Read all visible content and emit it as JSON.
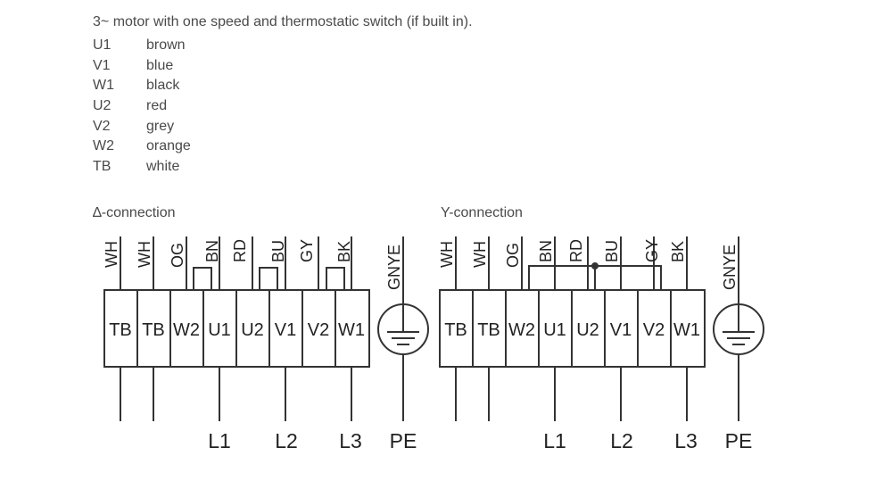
{
  "title": "3~ motor with one speed and thermostatic switch (if built in).",
  "legend": [
    {
      "code": "U1",
      "color": "brown"
    },
    {
      "code": "V1",
      "color": "blue"
    },
    {
      "code": "W1",
      "color": "black"
    },
    {
      "code": "U2",
      "color": "red"
    },
    {
      "code": "V2",
      "color": "grey"
    },
    {
      "code": "W2",
      "color": "orange"
    },
    {
      "code": "TB",
      "color": "white"
    }
  ],
  "delta": {
    "title": "∆-connection",
    "terminals": [
      "TB",
      "TB",
      "W2",
      "U1",
      "U2",
      "V1",
      "V2",
      "W1"
    ],
    "wires": [
      "WH",
      "WH",
      "OG",
      "BN",
      "RD",
      "BU",
      "GY",
      "BK"
    ],
    "earth_wire": "GNYE",
    "phases": [
      "L1",
      "L2",
      "L3"
    ],
    "pe": "PE"
  },
  "star": {
    "title": "Y-connection",
    "terminals": [
      "TB",
      "TB",
      "W2",
      "U1",
      "U2",
      "V1",
      "V2",
      "W1"
    ],
    "wires": [
      "WH",
      "WH",
      "OG",
      "BN",
      "RD",
      "BU",
      "GY",
      "BK"
    ],
    "earth_wire": "GNYE",
    "phases": [
      "L1",
      "L2",
      "L3"
    ],
    "pe": "PE"
  }
}
